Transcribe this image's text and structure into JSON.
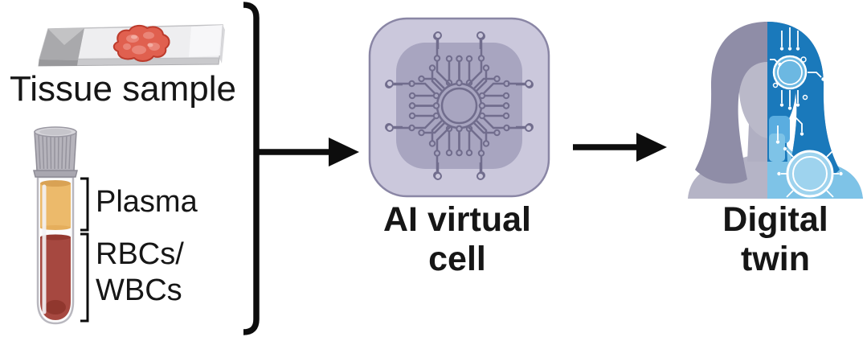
{
  "pipeline": {
    "inputs": {
      "tissue_label": "Tissue sample",
      "plasma_label": "Plasma",
      "rbc_label_line1": "RBCs/",
      "rbc_label_line2": "WBCs"
    },
    "model": {
      "label_line1": "AI virtual",
      "label_line2": "cell"
    },
    "output": {
      "label_line1": "Digital",
      "label_line2": "twin"
    },
    "icons": {
      "slide": "microscope-slide-icon",
      "tube": "blood-tube-icon",
      "bracket": "grouping-bracket",
      "arrow1": "arrow-right-icon",
      "arrow2": "arrow-right-icon",
      "chip": "ai-chip-icon",
      "person": "digital-twin-icon"
    },
    "colors": {
      "text": "#161616",
      "arrow_black": "#0d0d0d",
      "tissue_red": "#e0604f",
      "tissue_red_border": "#bc3b2c",
      "slide_gray": "#eeeef0",
      "frosted_gray": "#a9a9ac",
      "cap_gray": "#b6b4bc",
      "plasma_yellow": "#ecba6b",
      "rbc_red": "#a64840",
      "chip_outer": "#cbc8dc",
      "chip_inner": "#a8a5c0",
      "chip_trace": "#716d8d",
      "hair_gray": "#8f8da7",
      "skin_gray": "#bab9c9",
      "body_gray": "#b5b4c6",
      "circuit_dark_blue": "#1a79bb",
      "circuit_light_blue": "#7ec3e7"
    }
  }
}
